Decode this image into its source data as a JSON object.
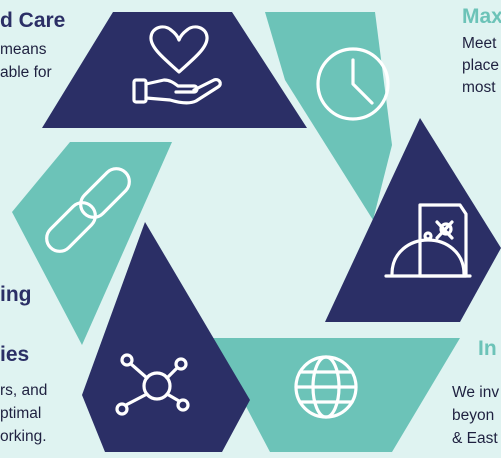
{
  "sections": {
    "top_left": {
      "heading": "d Care",
      "lines": [
        "means",
        "able for"
      ]
    },
    "top_right": {
      "heading": "Max",
      "lines": [
        "Meet",
        "place",
        "most"
      ]
    },
    "left": {
      "heading_lines": [
        "ing",
        "ies"
      ],
      "lines": [
        "rs, and",
        "ptimal",
        "orking."
      ]
    },
    "right": {
      "heading": "In",
      "lines": [
        "We inv",
        "beyon",
        "& East"
      ]
    }
  },
  "colors": {
    "navy": "#2b2f66",
    "teal": "#6cc3b8",
    "background": "#dff3f1"
  },
  "icons": [
    "heart-in-hand-icon",
    "clock-icon",
    "menu-cloche-icon",
    "link-chain-icon",
    "network-icon",
    "globe-icon"
  ]
}
